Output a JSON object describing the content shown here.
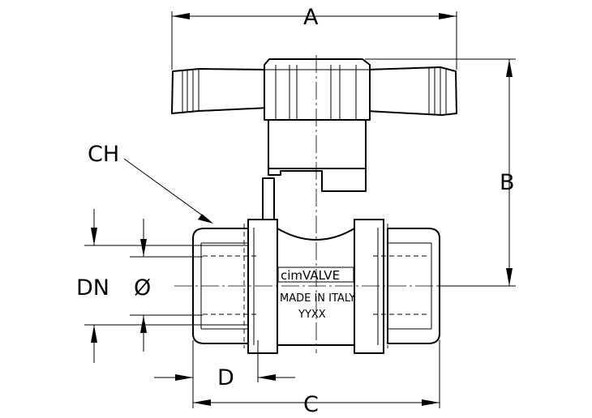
{
  "labels": {
    "a": "A",
    "b": "B",
    "c": "C",
    "d": "D",
    "ch": "CH",
    "dn": "DN",
    "diameter": "Ø"
  },
  "body_marking": {
    "brand_prefix": "cim",
    "brand_suffix": "VALVE",
    "origin": "MADE IN ITALY",
    "date_code": "YYXX"
  }
}
